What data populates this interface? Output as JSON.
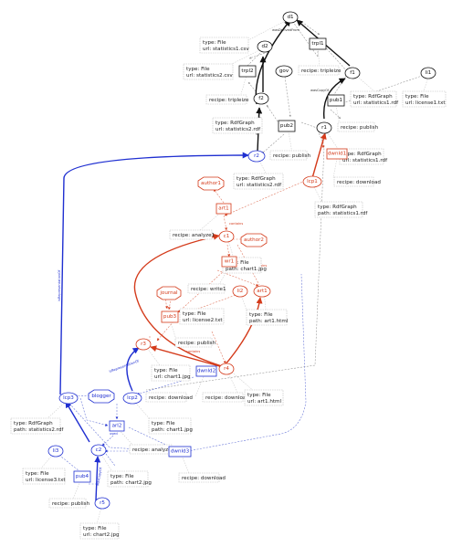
{
  "colors": {
    "black": "#111111",
    "red": "#d43a1a",
    "blue": "#1f2fd1",
    "note": "#cccccc",
    "dash_blue": "#6a78d8",
    "dash_black": "#999999",
    "dash_red": "#e89a88"
  },
  "nodes": {
    "d1": "d1",
    "d2": "d2",
    "trpl1": "trpl1",
    "trpl2": "trpl2",
    "f1": "f1",
    "f2": "f2",
    "gov": "gov",
    "li1": "li1",
    "pub1": "pub1",
    "pub2": "pub2",
    "r1": "r1",
    "r2": "r2",
    "dwnld1": "dwnld1",
    "lcp1": "lcp1",
    "author1": "author1",
    "art1": "art1",
    "c1": "c1",
    "author2": "author2",
    "wr1": "wr1",
    "journal": "journal",
    "li2": "li2",
    "art1b": "art1",
    "pub3": "pub3",
    "r3": "r3",
    "r4": "r4",
    "dwnld2": "dwnld2",
    "lcp3": "lcp3",
    "blogger": "blogger",
    "lcp2": "lcp2",
    "arl2": "arl2",
    "dwnld3": "dwnld3",
    "li3": "li3",
    "c2": "c2",
    "pub4": "pub4",
    "r5": "r5"
  },
  "notes": {
    "n_d1": [
      "type: File",
      "url:    statistics1.csv"
    ],
    "n_d2": [
      "type: File",
      "url:    statistics2.csv"
    ],
    "n_trpl1": [
      "recipe: tripleize"
    ],
    "n_trpl2": [
      "recipe: tripleize"
    ],
    "n_f1": [
      "type: RdfGraph",
      "url:    statistics1.rdf"
    ],
    "n_li1": [
      "type: File",
      "url:    license1.txt"
    ],
    "n_pub1": [
      "recipe: publish"
    ],
    "n_f2": [
      "type: RdfGraph",
      "url:    statistics2.rdf"
    ],
    "n_pub2": [
      "recipe: publish"
    ],
    "n_r1": [
      "type: RdfGraph",
      "url:    statistics1.rdf"
    ],
    "n_r2": [
      "type: RdfGraph",
      "url:    statistics2.rdf"
    ],
    "n_dwnld1": [
      "recipe: download"
    ],
    "n_lcp1": [
      "type: RdfGraph",
      "path: statistics1.rdf"
    ],
    "n_arl1": [
      "recipe: analyze1"
    ],
    "n_c1": [
      "type: File",
      "path: chart1.jpg"
    ],
    "n_wr1": [
      "recipe: write1"
    ],
    "n_li2": [
      "type: File",
      "url:    license2.txt"
    ],
    "n_art1": [
      "type: File",
      "path: art1.html"
    ],
    "n_pub3": [
      "recipe: publish"
    ],
    "n_r3": [
      "type: File",
      "url:    chart1.jpg"
    ],
    "n_dwnld2a": [
      "recipe: download"
    ],
    "n_dwnld2b": [
      "recipe: download"
    ],
    "n_r4": [
      "type: File",
      "url:    art1.html"
    ],
    "n_lcp3": [
      "type: RdfGraph",
      "path: statistics2.rdf"
    ],
    "n_lcp2": [
      "type: File",
      "path: chart1.jpg"
    ],
    "n_arl2": [
      "recipe: analyze2"
    ],
    "n_dwnld3": [
      "recipe: download"
    ],
    "n_li3": [
      "type: File",
      "url:    license3.txt"
    ],
    "n_c2": [
      "type: File",
      "path: chart2.jpg"
    ],
    "n_pub4": [
      "recipe: publish"
    ],
    "n_r5": [
      "type: File",
      "url:    chart2.jpg"
    ]
  },
  "edge_labels": {
    "wasDerivedFrom": "wasDerivedFrom",
    "wasCopyOf": "wasCopyOf",
    "isRepresentationOf": "isRepresentationOf",
    "contains": "contains",
    "used": "used",
    "wasGeneratedBy": "gen",
    "license": "lic",
    "author": "aut"
  }
}
